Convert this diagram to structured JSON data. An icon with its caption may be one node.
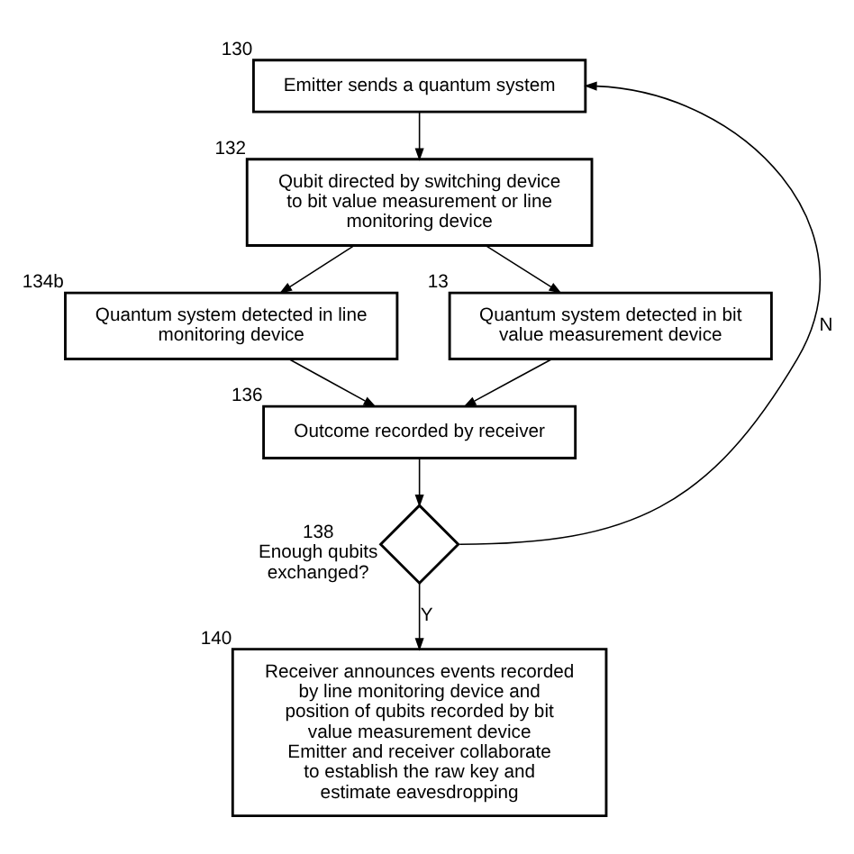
{
  "diagram": {
    "nodes": [
      {
        "text": [
          "Emitter sends a quantum system"
        ],
        "beside": [
          "130"
        ]
      },
      {
        "text": [
          "Qubit directed by switching device to bit value measurement or line monitoring device"
        ],
        "beside": [
          "132"
        ]
      },
      {
        "text": [
          "Quantum system detected in line monitoring device"
        ],
        "beside": [
          "134b"
        ]
      },
      {
        "text": [
          "Quantum system detected in bit value measurement device"
        ],
        "beside": [
          "13"
        ]
      },
      {
        "text": [
          "Outcome recorded by receiver"
        ],
        "beside": [
          "136"
        ]
      },
      {
        "text": [],
        "shape": "diamond",
        "beside": [
          "138",
          "Enough qubits exchanged?"
        ]
      },
      {
        "text": [
          "Receiver announces events recorded by line monitoring device and position of qubits recorded by bit value measurement device",
          "Emitter and receiver collaborate to establish the raw key and estimate eavesdropping"
        ],
        "beside": [
          "140"
        ]
      }
    ],
    "edges": [
      {
        "from": 0,
        "to": 1,
        "arrow": "to"
      },
      {
        "from": 1,
        "to": 2,
        "arrow": "to"
      },
      {
        "from": 1,
        "to": 3,
        "arrow": "to"
      },
      {
        "from": 2,
        "to": 4,
        "arrow": "to"
      },
      {
        "from": 3,
        "to": 4,
        "arrow": "to"
      },
      {
        "from": 4,
        "to": 5,
        "arrow": "to"
      },
      {
        "from": 5,
        "to": 6,
        "label": "Y",
        "arrow": "to"
      },
      {
        "from": 5,
        "to": 0,
        "label": "N",
        "arrow": "to"
      }
    ]
  }
}
